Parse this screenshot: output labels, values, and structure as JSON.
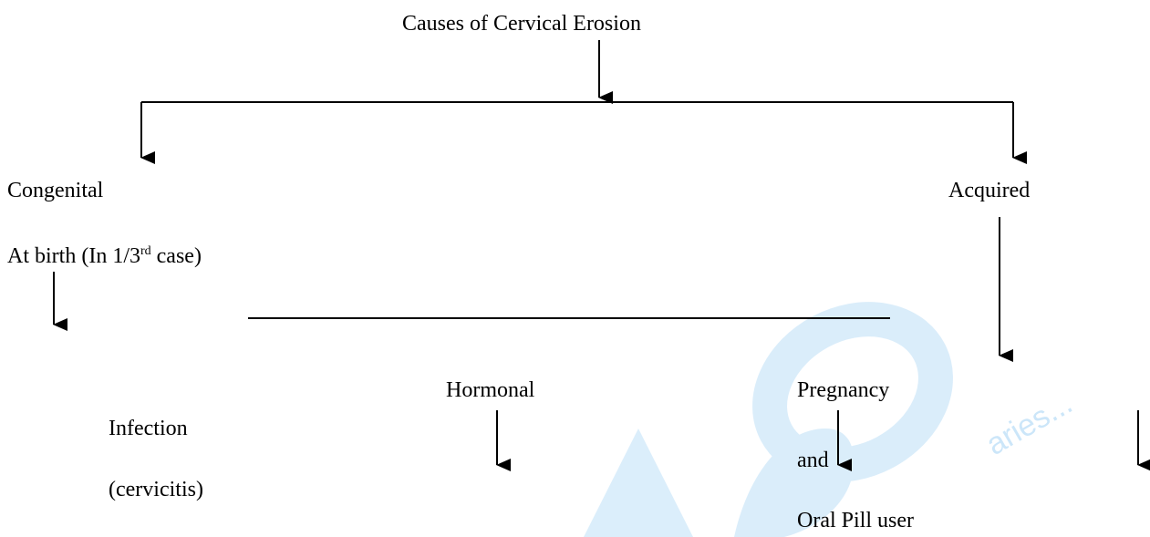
{
  "title": "Causes of Cervical Erosion",
  "branches": {
    "left": "Congenital",
    "right": "Acquired"
  },
  "congenital_note": {
    "prefix": "At birth (In 1/3",
    "sup": "rd",
    "suffix": " case)"
  },
  "acquired_items": {
    "infection_line1": "Infection",
    "infection_line2": "(cervicitis)",
    "hormonal": "Hormonal",
    "pregnancy_line1": "Pregnancy",
    "pregnancy_line2": "and",
    "pregnancy_line3": "Oral Pill user"
  },
  "watermark": {
    "text": "aries...",
    "color": "#3aa0e8"
  }
}
